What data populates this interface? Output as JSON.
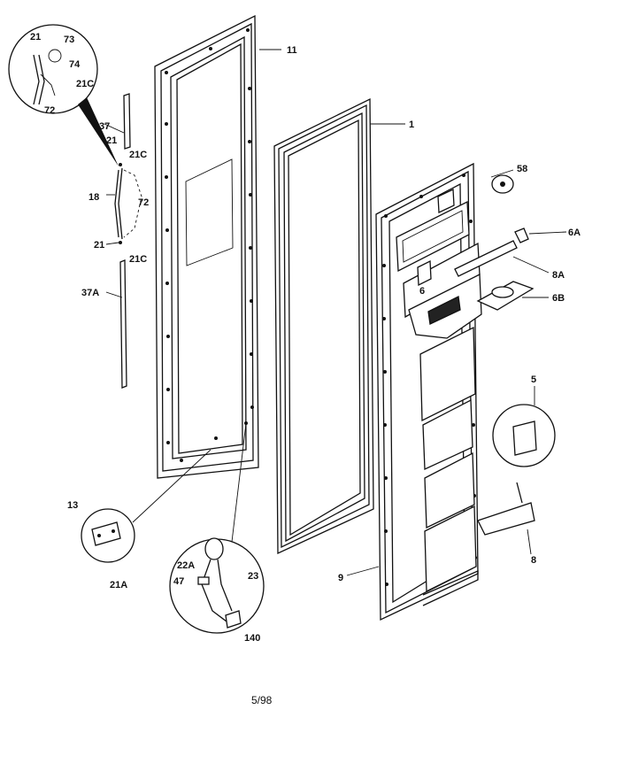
{
  "footer": {
    "date_code": "5/98"
  },
  "callouts": {
    "c21_top": "21",
    "c73": "73",
    "c74": "74",
    "c21C_top": "21C",
    "c72_top": "72",
    "c37": "37",
    "c21_mid": "21",
    "c21C_mid": "21C",
    "c18": "18",
    "c72_mid": "72",
    "c21_low": "21",
    "c21C_low": "21C",
    "c37A": "37A",
    "c11": "11",
    "c1": "1",
    "c58": "58",
    "c6A": "6A",
    "c8A": "8A",
    "c6": "6",
    "c6B": "6B",
    "c5": "5",
    "c13": "13",
    "c21A": "21A",
    "c22A": "22A",
    "c23": "23",
    "c47": "47",
    "c140": "140",
    "c9": "9",
    "c8": "8"
  }
}
